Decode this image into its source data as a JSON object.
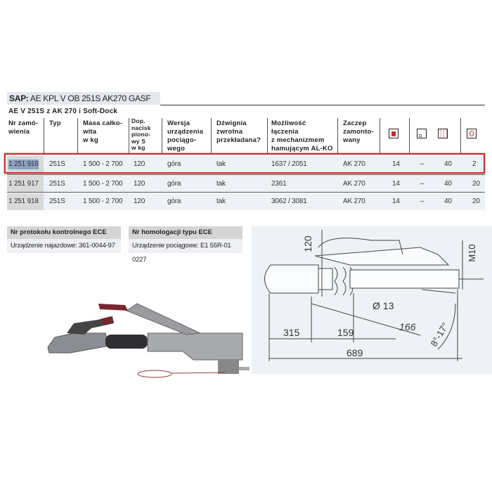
{
  "sap": {
    "label": "SAP:",
    "value": "AE KPL V OB 251S AK270 GASF"
  },
  "subtitle": "AE V 251S z AK 270 i Soft-Dock",
  "table": {
    "headers": [
      "Nr zamó-\nwienia",
      "Typ",
      "Masa całko-\nwita\nw kg",
      "Dop.\nnacisk\npiono-\nwy S\nw kg",
      "Wersja\nurządzenia\npociągo-\nwego",
      "Dźwignia\nzwrotna\nprzekładana?",
      "Możliwość\nłączenia\nz mechanizmem\nhamującym AL-KO",
      "Zaczep\nzamonto-\nwany"
    ],
    "icon_headers": [
      "package-weight-icon",
      "pallet-icon",
      "grid-pallet-icon",
      "watch-icon"
    ],
    "rows": [
      [
        "1 251 916",
        "251S",
        "1 500 - 2 700",
        "120",
        "góra",
        "tak",
        "1637 / 2051",
        "AK 270",
        "14",
        "–",
        "40",
        "2"
      ],
      [
        "1 251 917",
        "251S",
        "1 500 - 2 700",
        "120",
        "góra",
        "tak",
        "2361",
        "AK 270",
        "14",
        "–",
        "40",
        "20"
      ],
      [
        "1 251 918",
        "251S",
        "1 500 - 2 700",
        "120",
        "góra",
        "tak",
        "3062 / 3081",
        "AK 270",
        "14",
        "–",
        "40",
        "20"
      ]
    ],
    "highlight_color": "#c8282e"
  },
  "ece": [
    {
      "title": "Nr protokołu kontrolnego ECE",
      "text": "Urządzenie najazdowe: 361-0044-97"
    },
    {
      "title": "Nr homologacji typu ECE",
      "text": "Urządzenie pociągowe: E1 55R-01 0227"
    }
  ],
  "drawing": {
    "dims": [
      "120",
      "M10",
      "Ø 13",
      "166",
      "315",
      "159",
      "689",
      "8°-17°"
    ]
  }
}
